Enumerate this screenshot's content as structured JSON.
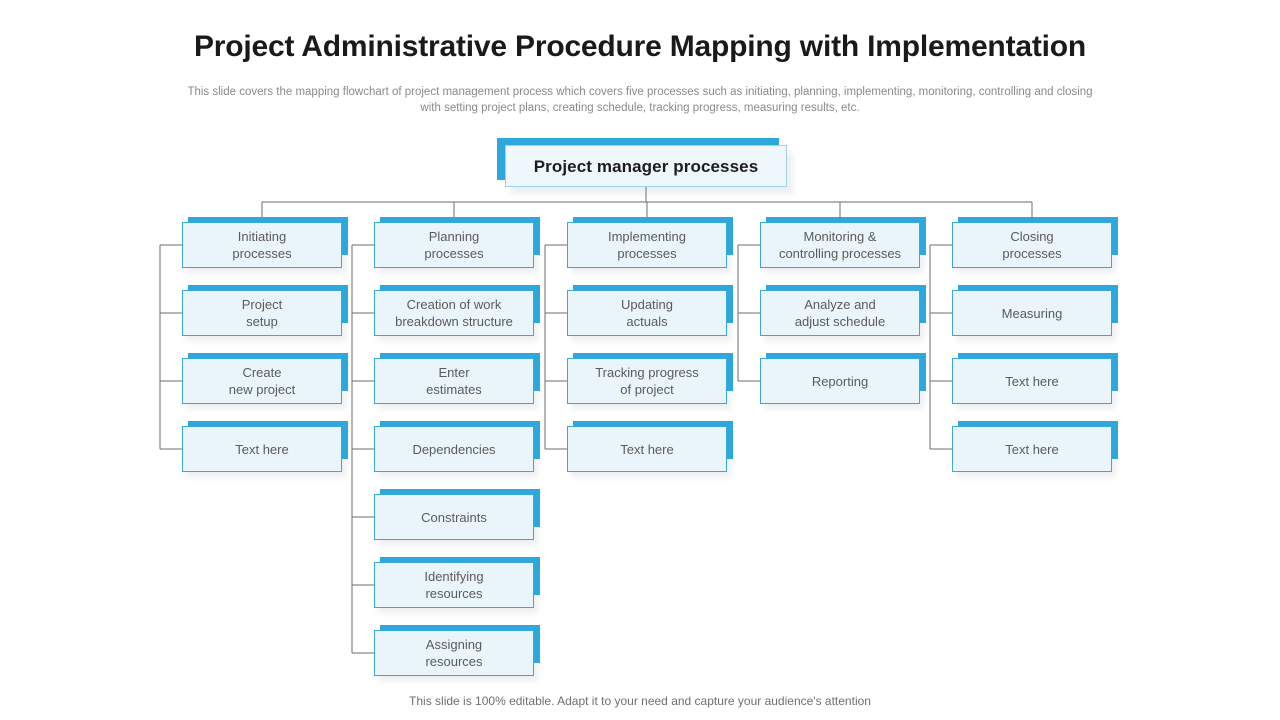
{
  "page": {
    "title": "Project Administrative Procedure Mapping with Implementation",
    "subtitle": "This slide covers the mapping flowchart of project management process which covers five processes such as initiating, planning, implementing, monitoring, controlling and closing with setting project plans, creating schedule, tracking progress, measuring results, etc.",
    "footer": "This slide is 100% editable. Adapt it to your need and capture your audience's attention"
  },
  "theme": {
    "accent_blue": "#2ea8dc",
    "node_fill": "#e9f5fb",
    "node_border": "#3aa9d4",
    "label_color": "#5b5b5b",
    "connector_color": "#6d6d6d",
    "title_color": "#1a1a1a",
    "subtitle_color": "#8a8a8a"
  },
  "diagram": {
    "type": "org-tree",
    "root": {
      "label": "Project manager processes"
    },
    "columns": [
      {
        "name": "initiating",
        "header": "Initiating\nprocesses",
        "items": [
          "Project\nsetup",
          "Create\nnew project",
          "Text here"
        ]
      },
      {
        "name": "planning",
        "header": "Planning\nprocesses",
        "items": [
          "Creation of work\nbreakdown structure",
          "Enter\nestimates",
          "Dependencies",
          "Constraints",
          "Identifying\nresources",
          "Assigning\nresources"
        ]
      },
      {
        "name": "implementing",
        "header": "Implementing\nprocesses",
        "items": [
          "Updating\nactuals",
          "Tracking progress\nof project",
          "Text here"
        ]
      },
      {
        "name": "monitoring-controlling",
        "header": "Monitoring &\ncontrolling processes",
        "items": [
          "Analyze and\nadjust schedule",
          "Reporting"
        ]
      },
      {
        "name": "closing",
        "header": "Closing\nprocesses",
        "items": [
          "Measuring",
          "Text here",
          "Text here"
        ]
      }
    ]
  }
}
